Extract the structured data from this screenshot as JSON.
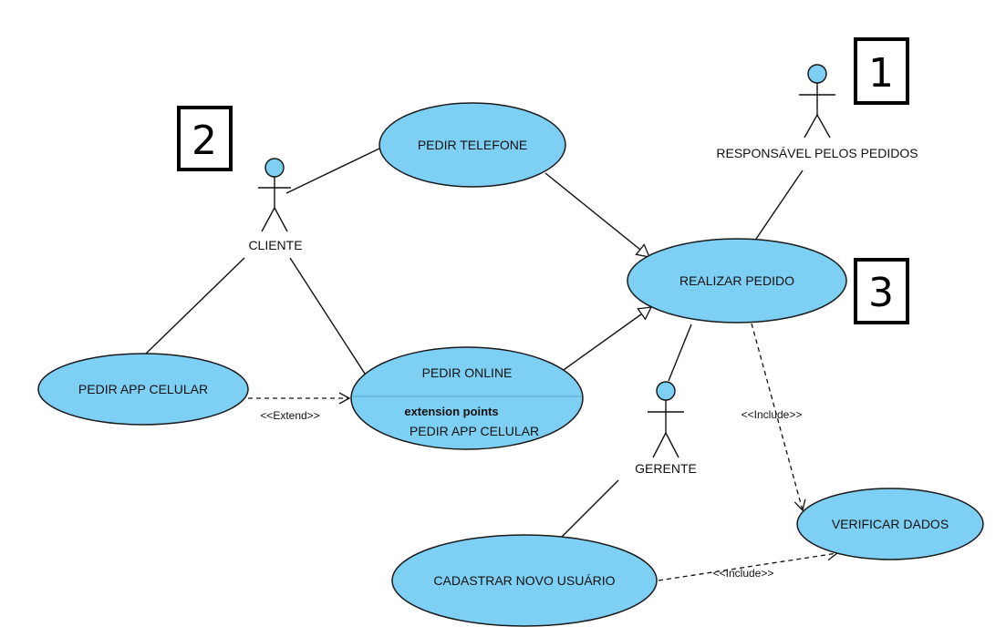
{
  "actors": {
    "cliente": "CLIENTE",
    "responsavel": "RESPONSÁVEL PELOS PEDIDOS",
    "gerente": "GERENTE"
  },
  "use_cases": {
    "pedir_telefone": "PEDIR TELEFONE",
    "realizar_pedido": "REALIZAR PEDIDO",
    "pedir_online": "PEDIR ONLINE",
    "extension_points_title": "extension points",
    "extension_point": "PEDIR APP CELULAR",
    "pedir_app_celular": "PEDIR APP CELULAR",
    "verificar_dados": "VERIFICAR DADOS",
    "cadastrar_novo_usuario": "CADASTRAR NOVO USUÁRIO"
  },
  "relations": {
    "extend": "<<Extend>>",
    "include_1": "<<Include>>",
    "include_2": "<<Include>>"
  },
  "markers": {
    "m1": "1",
    "m2": "2",
    "m3": "3"
  },
  "colors": {
    "use_case_fill": "#7dcff3",
    "stroke": "#111111"
  }
}
